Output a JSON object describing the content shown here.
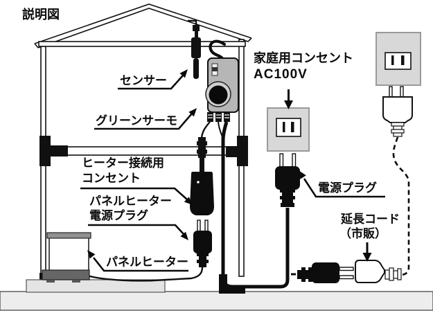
{
  "title": "説明図",
  "labels": {
    "sensor": "センサー",
    "thermostat": "グリーンサーモ",
    "household_outlet_line1": "家庭用コンセント",
    "household_outlet_line2": "AC100V",
    "heater_outlet_line1": "ヒーター接続用",
    "heater_outlet_line2": "コンセント",
    "panel_heater_plug_line1": "パネルヒーター",
    "panel_heater_plug_line2": "電源プラグ",
    "power_plug": "電源プラグ",
    "panel_heater": "パネルヒーター",
    "extension_cord_line1": "延長コード",
    "extension_cord_line2": "（市販）"
  },
  "colors": {
    "outlet_gray": "#d8d8d8",
    "thermostat_gray": "#b6b6b6",
    "dial_housing_gray": "#cfcfcf",
    "device_black": "#0d0d0d",
    "floor_gray": "#ededed",
    "platform_gray": "#e4e4e4",
    "heater_pad_gray": "#666666",
    "tank_rim_gray": "#909090",
    "line_black": "#111111"
  }
}
